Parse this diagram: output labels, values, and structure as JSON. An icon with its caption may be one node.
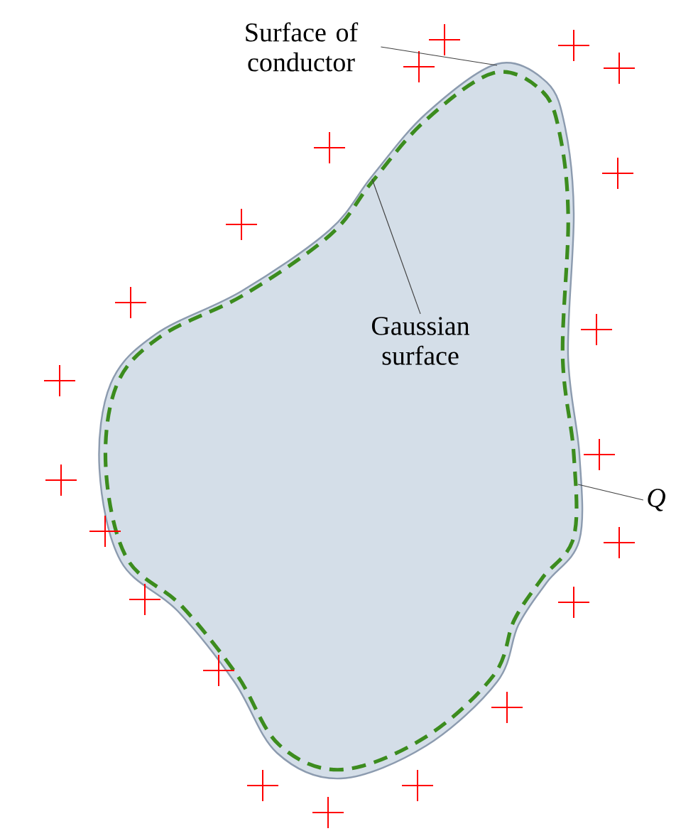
{
  "diagram": {
    "nodes": [
      {
        "text": [
          "Surface of conductor"
        ]
      },
      {
        "text": [
          "Gaussian surface"
        ],
        "in": 4
      },
      {
        "text": [
          "Q"
        ]
      },
      {
        "text": [],
        "shape": "blob"
      },
      {
        "text": [],
        "shape": "blob",
        "in": 3
      }
    ],
    "edges": [
      {
        "from": 0,
        "to": 3,
        "arrow": "none"
      },
      {
        "from": 1,
        "to": 4,
        "arrow": "none"
      },
      {
        "from": 2,
        "to": 3,
        "arrow": "none"
      }
    ]
  }
}
